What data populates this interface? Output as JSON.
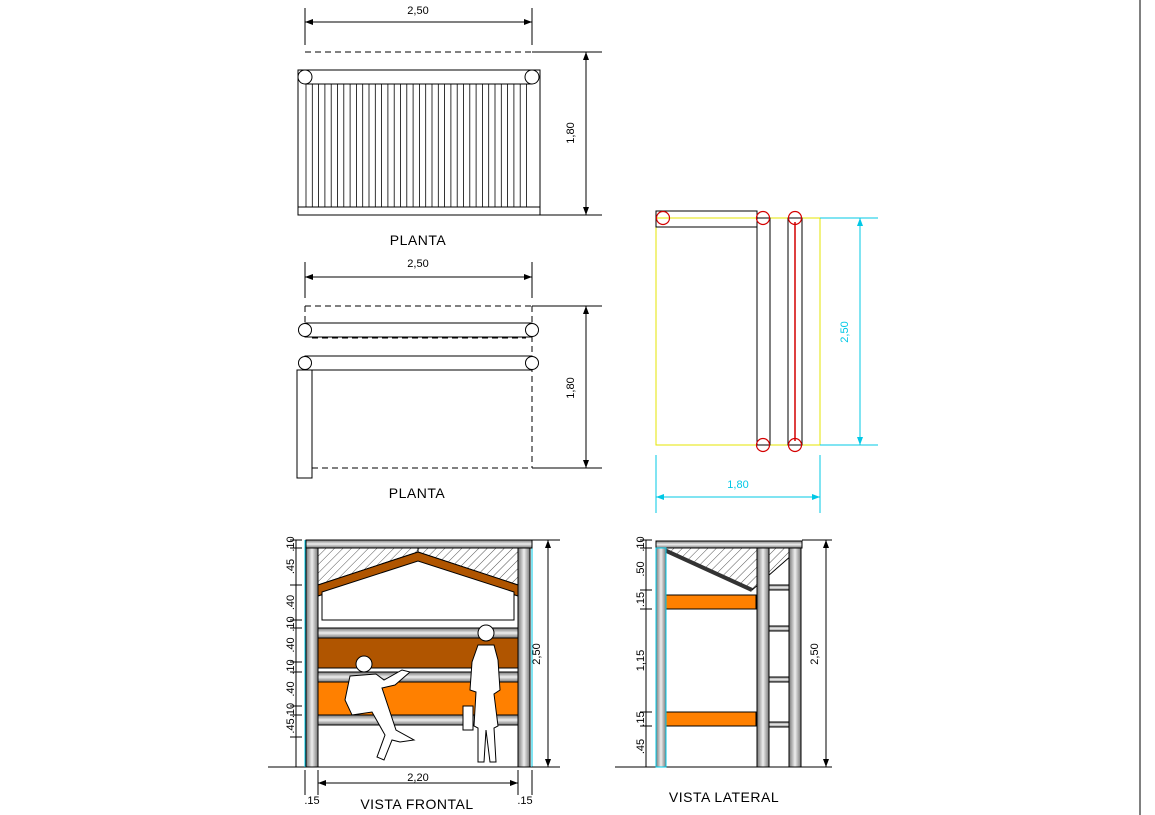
{
  "views": {
    "plan_top": {
      "title": "PLANTA",
      "width_label": "2,50",
      "depth_label": "1,80"
    },
    "plan_mid": {
      "title": "PLANTA",
      "width_label": "2,50",
      "depth_label": "1,80"
    },
    "side_plan": {
      "height_label": "2,50",
      "width_label": "1,80"
    },
    "front": {
      "title": "VISTA FRONTAL",
      "height_label": "2,50",
      "inner_width_label": "2,20",
      "post_left_label": ".15",
      "post_right_label": ".15",
      "left_dims": [
        ".10",
        ".45",
        ".40",
        ".10",
        ".40",
        ".10",
        ".40",
        ".10",
        ".45"
      ]
    },
    "side": {
      "title": "VISTA LATERAL",
      "height_label": "2,50",
      "left_dims": [
        ".10",
        ".50",
        ".15",
        "1,15",
        ".15",
        ".45"
      ]
    }
  },
  "colors": {
    "line": "#000000",
    "orange": "#ff8000",
    "brown": "#b05500",
    "cyan": "#00c8e6",
    "yellow": "#e6e600",
    "red": "#d40000"
  }
}
